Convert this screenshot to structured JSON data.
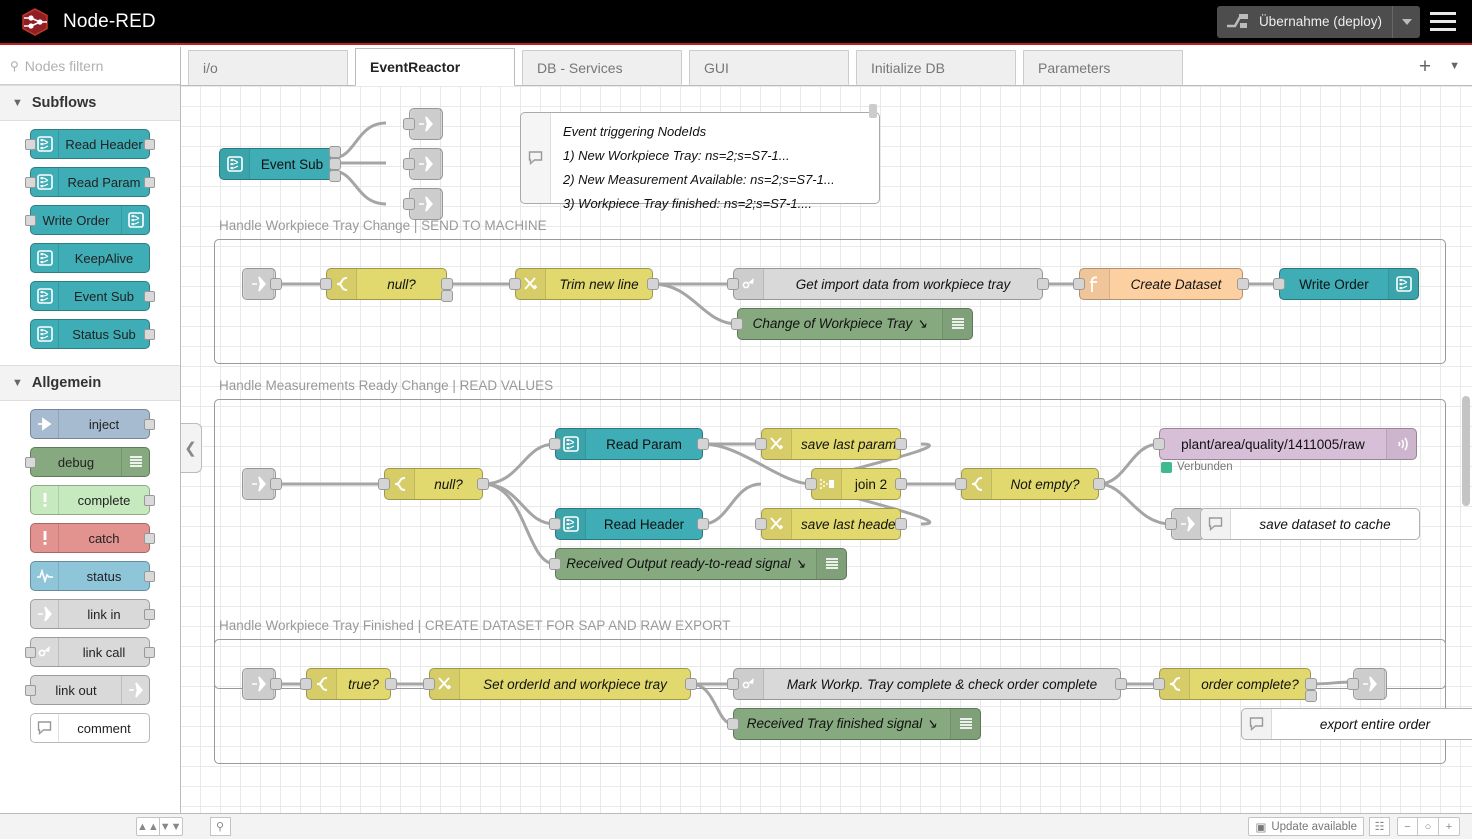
{
  "app": {
    "brand": "Node-RED",
    "logo_icon": "node-red-hex-logo-icon"
  },
  "header": {
    "deploy_label": "Übernahme (deploy)",
    "deploy_icon": "deploy-icon",
    "deploy_caret_icon": "chevron-down-icon",
    "menu_icon": "hamburger-menu-icon"
  },
  "palette": {
    "search_placeholder": "Nodes filtern",
    "search_icon": "search-icon",
    "categories": [
      {
        "label": "Subflows",
        "chevron": "⌄",
        "nodes": [
          {
            "label": "Read Header",
            "icon": "subflow-icon",
            "icon_side": "left",
            "style": "tealn",
            "in": true,
            "out": true
          },
          {
            "label": "Read Param",
            "icon": "subflow-icon",
            "icon_side": "left",
            "style": "tealn",
            "in": true,
            "out": true
          },
          {
            "label": "Write Order",
            "icon": "subflow-icon",
            "icon_side": "right",
            "style": "tealn",
            "in": true,
            "out": false
          },
          {
            "label": "KeepAlive",
            "icon": "subflow-icon",
            "icon_side": "left",
            "style": "tealn",
            "in": false,
            "out": false
          },
          {
            "label": "Event Sub",
            "icon": "subflow-icon",
            "icon_side": "left",
            "style": "tealn",
            "in": false,
            "out": true
          },
          {
            "label": "Status Sub",
            "icon": "subflow-icon",
            "icon_side": "left",
            "style": "tealn",
            "in": false,
            "out": true
          }
        ]
      },
      {
        "label": "Allgemein",
        "chevron": "⌄",
        "nodes": [
          {
            "label": "inject",
            "icon": "inject-arrow-icon",
            "icon_side": "left",
            "style": "injectn",
            "in": false,
            "out": true
          },
          {
            "label": "debug",
            "icon": "debug-lines-icon",
            "icon_side": "right",
            "style": "debugn",
            "in": true,
            "out": false
          },
          {
            "label": "complete",
            "icon": "exclamation-icon",
            "icon_side": "left",
            "style": "completen",
            "in": false,
            "out": true
          },
          {
            "label": "catch",
            "icon": "exclamation-icon",
            "icon_side": "left",
            "style": "catchn",
            "in": false,
            "out": true
          },
          {
            "label": "status",
            "icon": "pulse-icon",
            "icon_side": "left",
            "style": "statusn",
            "in": false,
            "out": true
          },
          {
            "label": "link in",
            "icon": "link-icon",
            "icon_side": "left",
            "style": "linkn",
            "in": false,
            "out": true
          },
          {
            "label": "link call",
            "icon": "link-call-icon",
            "icon_side": "left",
            "style": "linkn",
            "in": true,
            "out": true
          },
          {
            "label": "link out",
            "icon": "link-icon",
            "icon_side": "right",
            "style": "linkn",
            "in": true,
            "out": false
          },
          {
            "label": "comment",
            "icon": "comment-bubble-icon",
            "icon_side": "left",
            "style": "commentn",
            "in": false,
            "out": false
          }
        ]
      }
    ],
    "collapse_icon": "chevron-left-icon"
  },
  "tabs": {
    "items": [
      {
        "label": "i/o",
        "active": false
      },
      {
        "label": "EventReactor",
        "active": true
      },
      {
        "label": "DB - Services",
        "active": false
      },
      {
        "label": "GUI",
        "active": false
      },
      {
        "label": "Initialize DB",
        "active": false
      },
      {
        "label": "Parameters",
        "active": false
      }
    ],
    "add_label": "+",
    "add_icon": "plus-icon",
    "menu_icon": "chevron-down-icon"
  },
  "flow": {
    "top": {
      "event_sub": {
        "label": "Event Sub",
        "icon": "subflow-icon"
      },
      "link_outs": [
        {
          "label": "",
          "icon": "link-out-icon"
        },
        {
          "label": "",
          "icon": "link-out-icon"
        },
        {
          "label": "",
          "icon": "link-out-icon"
        }
      ],
      "comment": {
        "icon": "comment-bubble-icon",
        "lines": [
          "Event triggering NodeIds",
          "1) New Workpiece Tray: ns=2;s=S7-1...",
          "2) New Measurement Available: ns=2;s=S7-1...",
          "3) Workpiece Tray finished: ns=2;s=S7-1...."
        ]
      }
    },
    "groups": [
      {
        "label": "Handle Workpiece Tray Change | SEND TO MACHINE",
        "nodes": [
          {
            "label": "",
            "icon": "link-in-icon",
            "style": "grey",
            "kind": "small"
          },
          {
            "label": "null?",
            "icon": "switch-icon",
            "style": "sw"
          },
          {
            "label": "Trim new line",
            "icon": "change-icon",
            "style": "chg"
          },
          {
            "label": "Get import data from workpiece tray",
            "icon": "link-call-icon",
            "style": "grey"
          },
          {
            "label": "Change of Workpiece Tray ↘",
            "icon": "debug-lines-icon",
            "style": "green",
            "icon_side": "right"
          },
          {
            "label": "Create Dataset",
            "icon": "function-icon",
            "style": "func"
          },
          {
            "label": "Write Order",
            "icon": "subflow-icon",
            "style": "teal",
            "icon_side": "right"
          }
        ]
      },
      {
        "label": "Handle Measurements Ready Change | READ VALUES",
        "nodes": [
          {
            "label": "",
            "icon": "link-in-icon",
            "style": "grey",
            "kind": "small"
          },
          {
            "label": "null?",
            "icon": "switch-icon",
            "style": "sw"
          },
          {
            "label": "Read Param",
            "icon": "subflow-icon",
            "style": "teal",
            "icon_side": "left",
            "upright": true
          },
          {
            "label": "Read Header",
            "icon": "subflow-icon",
            "style": "teal",
            "icon_side": "left",
            "upright": true
          },
          {
            "label": "save last param",
            "icon": "change-icon",
            "style": "chg"
          },
          {
            "label": "save last header",
            "icon": "change-icon",
            "style": "chg"
          },
          {
            "label": "join 2",
            "icon": "join-icon",
            "style": "sw",
            "upright": true
          },
          {
            "label": "Not empty?",
            "icon": "switch-icon",
            "style": "sw"
          },
          {
            "label": "Received Output ready-to-read signal ↘",
            "icon": "debug-lines-icon",
            "style": "green",
            "icon_side": "right"
          },
          {
            "label": "plant/area/quality/1411005/raw",
            "icon": "mqtt-icon",
            "style": "mqtt",
            "icon_side": "right",
            "upright": true
          },
          {
            "label": "save dataset to cache",
            "icon": "comment-bubble-icon",
            "style": "white"
          },
          {
            "label": "",
            "icon": "link-out-icon",
            "style": "grey",
            "kind": "small"
          }
        ],
        "status": {
          "text": "Verbunden",
          "color": "#3fb98f"
        }
      },
      {
        "label": "Handle Workpiece Tray Finished | CREATE DATASET FOR SAP AND RAW EXPORT",
        "nodes": [
          {
            "label": "",
            "icon": "link-in-icon",
            "style": "grey",
            "kind": "small"
          },
          {
            "label": "true?",
            "icon": "switch-icon",
            "style": "sw"
          },
          {
            "label": "Set orderId and workpiece tray",
            "icon": "change-icon",
            "style": "chg"
          },
          {
            "label": "Mark Workp. Tray complete & check order complete",
            "icon": "link-call-icon",
            "style": "grey"
          },
          {
            "label": "Received Tray finished signal ↘",
            "icon": "debug-lines-icon",
            "style": "green",
            "icon_side": "right"
          },
          {
            "label": "order complete?",
            "icon": "switch-icon",
            "style": "sw"
          },
          {
            "label": "",
            "icon": "link-out-icon",
            "style": "grey",
            "kind": "small"
          },
          {
            "label": "export entire order",
            "icon": "comment-bubble-icon",
            "style": "white"
          }
        ]
      }
    ]
  },
  "footer": {
    "scroll_up_icon": "chevrons-up-icon",
    "scroll_down_icon": "chevrons-down-icon",
    "search_icon": "search-icon",
    "update_label": "Update available",
    "update_icon": "package-icon",
    "map_icon": "navigator-map-icon",
    "zoom_out_label": "−",
    "zoom_reset_label": "○",
    "zoom_in_label": "+"
  }
}
